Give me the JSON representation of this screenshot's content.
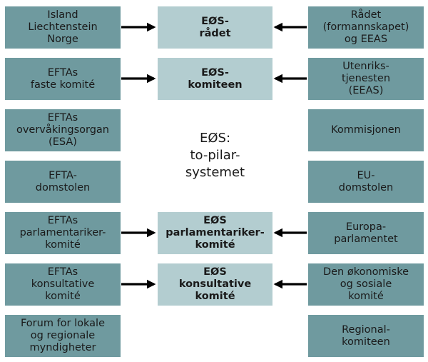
{
  "left_boxes": [
    "Island\nLiechtenstein\nNorge",
    "EFTAs\nfaste komité",
    "EFTAs\novervåkingsorgan\n(ESA)",
    "EFTA-\ndomstolen",
    "EFTAs\nparlamentariker-\nkomité",
    "EFTAs\nkonsultative\nkomité",
    "Forum for lokale\nog regionale\nmyndigheter"
  ],
  "center_boxes": [
    "EØS-\nrådet",
    "EØS-\nkomiteen",
    "EØS\nparlamentariker-\nkomité",
    "EØS\nkonsultative\nkomité"
  ],
  "center_label": "EØS:\nto-pilar-\nsystemet",
  "right_boxes": [
    "Rådet\n(formannskapet)\nog EEAS",
    "Utenriks-\ntjenesten\n(EEAS)",
    "Kommisjonen",
    "EU-\ndomstolen",
    "Europa-\nparlamentet",
    "Den økonomiske\nog sosiale\nkomité",
    "Regional-\nkomiteen"
  ],
  "colors": {
    "side_box": "#6f9a9f",
    "center_box": "#b3cdd0",
    "arrow": "#000000"
  }
}
